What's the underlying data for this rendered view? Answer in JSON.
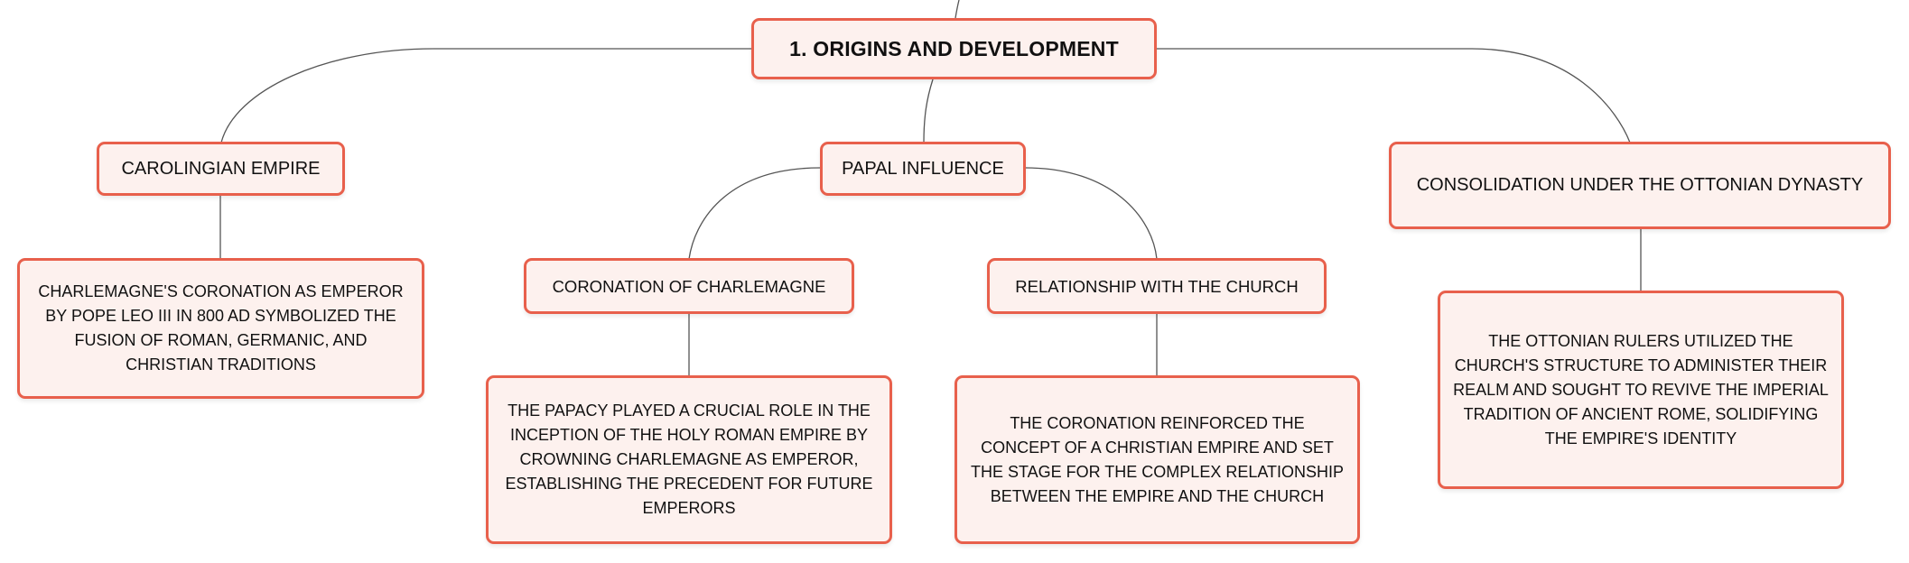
{
  "mindmap": {
    "root": "1. ORIGINS AND DEVELOPMENT",
    "branches": {
      "carolingian": {
        "title": "CAROLINGIAN EMPIRE",
        "detail": "CHARLEMAGNE'S CORONATION AS EMPEROR BY POPE LEO III IN 800 AD SYMBOLIZED THE FUSION OF ROMAN, GERMANIC, AND CHRISTIAN TRADITIONS"
      },
      "papal": {
        "title": "PAPAL INFLUENCE",
        "coronation": {
          "title": "CORONATION OF CHARLEMAGNE",
          "detail": "THE PAPACY PLAYED A CRUCIAL ROLE IN THE INCEPTION OF THE HOLY ROMAN EMPIRE BY CROWNING CHARLEMAGNE AS EMPEROR, ESTABLISHING THE PRECEDENT FOR FUTURE EMPERORS"
        },
        "church": {
          "title": "RELATIONSHIP WITH THE CHURCH",
          "detail": "THE CORONATION REINFORCED THE CONCEPT OF A CHRISTIAN EMPIRE AND SET THE STAGE FOR THE COMPLEX RELATIONSHIP BETWEEN THE EMPIRE AND THE CHURCH"
        }
      },
      "ottonian": {
        "title": "CONSOLIDATION UNDER THE OTTONIAN DYNASTY",
        "detail": "THE OTTONIAN RULERS UTILIZED THE CHURCH'S STRUCTURE TO ADMINISTER THEIR REALM AND SOUGHT TO REVIVE THE IMPERIAL TRADITION OF ANCIENT ROME, SOLIDIFYING THE EMPIRE'S IDENTITY"
      }
    }
  },
  "colors": {
    "node_border": "#E8604C",
    "node_fill": "#FDF1EE",
    "connector": "#555555"
  }
}
